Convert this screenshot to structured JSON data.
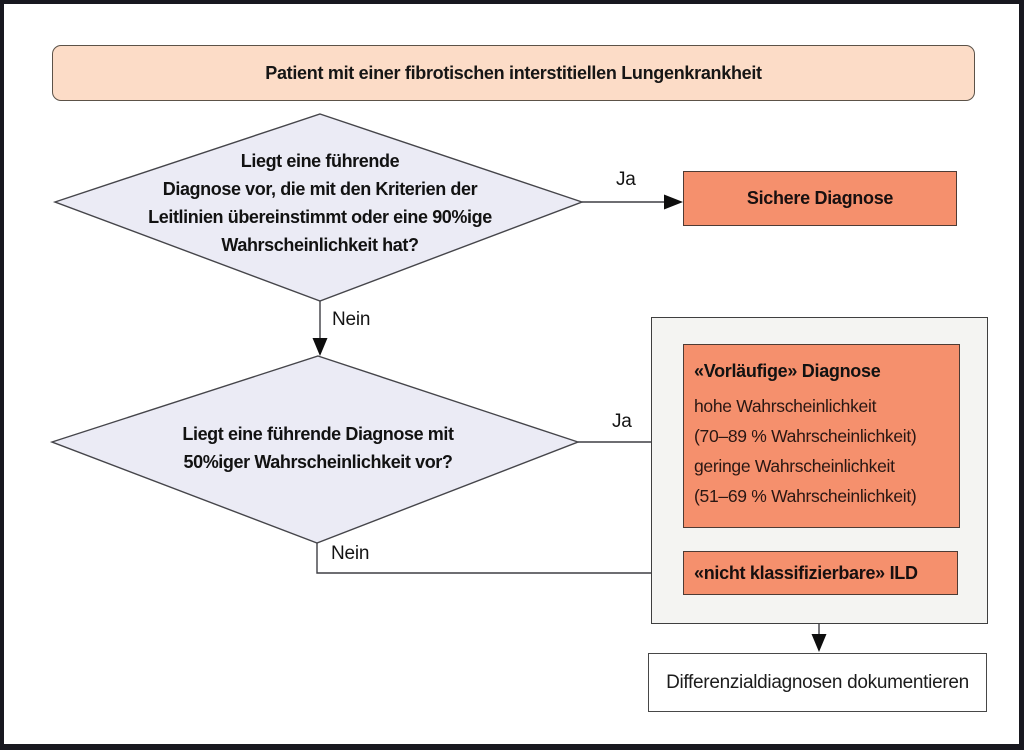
{
  "flowchart": {
    "start": {
      "label": "Patient mit einer fibrotischen interstitiellen Lungenkrankheit"
    },
    "decision1": {
      "text": "Liegt eine führende\nDiagnose vor, die mit den Kriterien der\nLeitlinien übereinstimmt oder eine 90%ige\nWahrscheinlichkeit hat?"
    },
    "decision2": {
      "text": "Liegt eine führende Diagnose mit\n50%iger Wahrscheinlichkeit vor?"
    },
    "edge_labels": {
      "yes1": "Ja",
      "no1": "Nein",
      "yes2": "Ja",
      "no2": "Nein"
    },
    "outcomes": {
      "sichere": {
        "label": "Sichere Diagnose"
      },
      "vorlaeufige": {
        "title": "«Vorläufige» Diagnose",
        "body": "hohe Wahrscheinlichkeit\n(70–89 % Wahrscheinlichkeit)\ngeringe Wahrscheinlichkeit\n(51–69 % Wahrscheinlichkeit)"
      },
      "nicht_klassifizierbar": {
        "label": "«nicht klassifizierbare» ILD"
      },
      "dokumentieren": {
        "label": "Differenzialdiagnosen dokumentieren"
      }
    },
    "colors": {
      "start_fill": "#fcdcc7",
      "decision_fill": "#ebebf5",
      "outcome_fill": "#f5906d",
      "group_fill": "#f4f4f2",
      "line": "#3e3e44",
      "frame": "#18181f"
    }
  }
}
